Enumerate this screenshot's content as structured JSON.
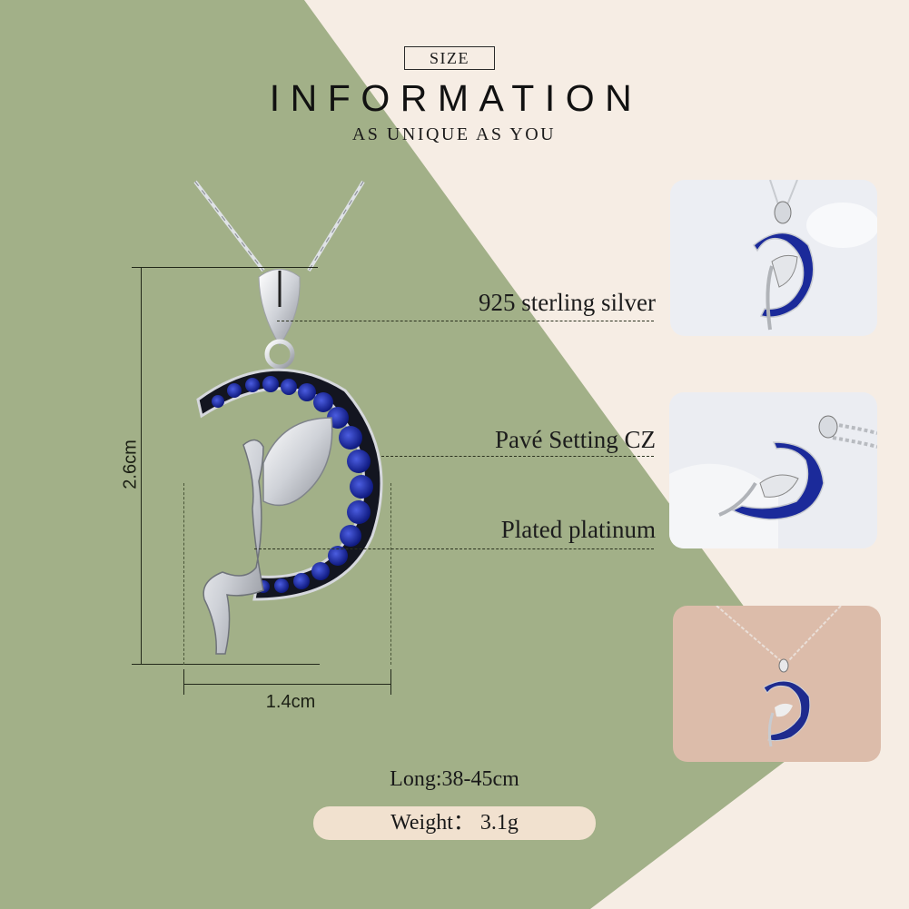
{
  "header": {
    "badge": "SIZE",
    "title": "INFORMATION",
    "subtitle": "AS UNIQUE AS YOU"
  },
  "dimensions": {
    "height": "2.6cm",
    "width": "1.4cm"
  },
  "features": [
    {
      "label": "925 sterling silver"
    },
    {
      "label": "Pavé Setting CZ"
    },
    {
      "label": "Plated platinum"
    }
  ],
  "specs": {
    "length": "Long:38-45cm",
    "weight": "Weight： 3.1g"
  },
  "thumbnails": [
    {
      "name": "front-view",
      "background": "#eef0f5"
    },
    {
      "name": "angled-view",
      "background": "#eceef3"
    },
    {
      "name": "worn-on-skin",
      "background": "#dcbcaa"
    }
  ],
  "colors": {
    "green": "#a2b088",
    "cream": "#f6ede4",
    "pill": "#f1e1cf",
    "sapphire": "#1c2fa8",
    "silver": "#d9dbe0"
  }
}
